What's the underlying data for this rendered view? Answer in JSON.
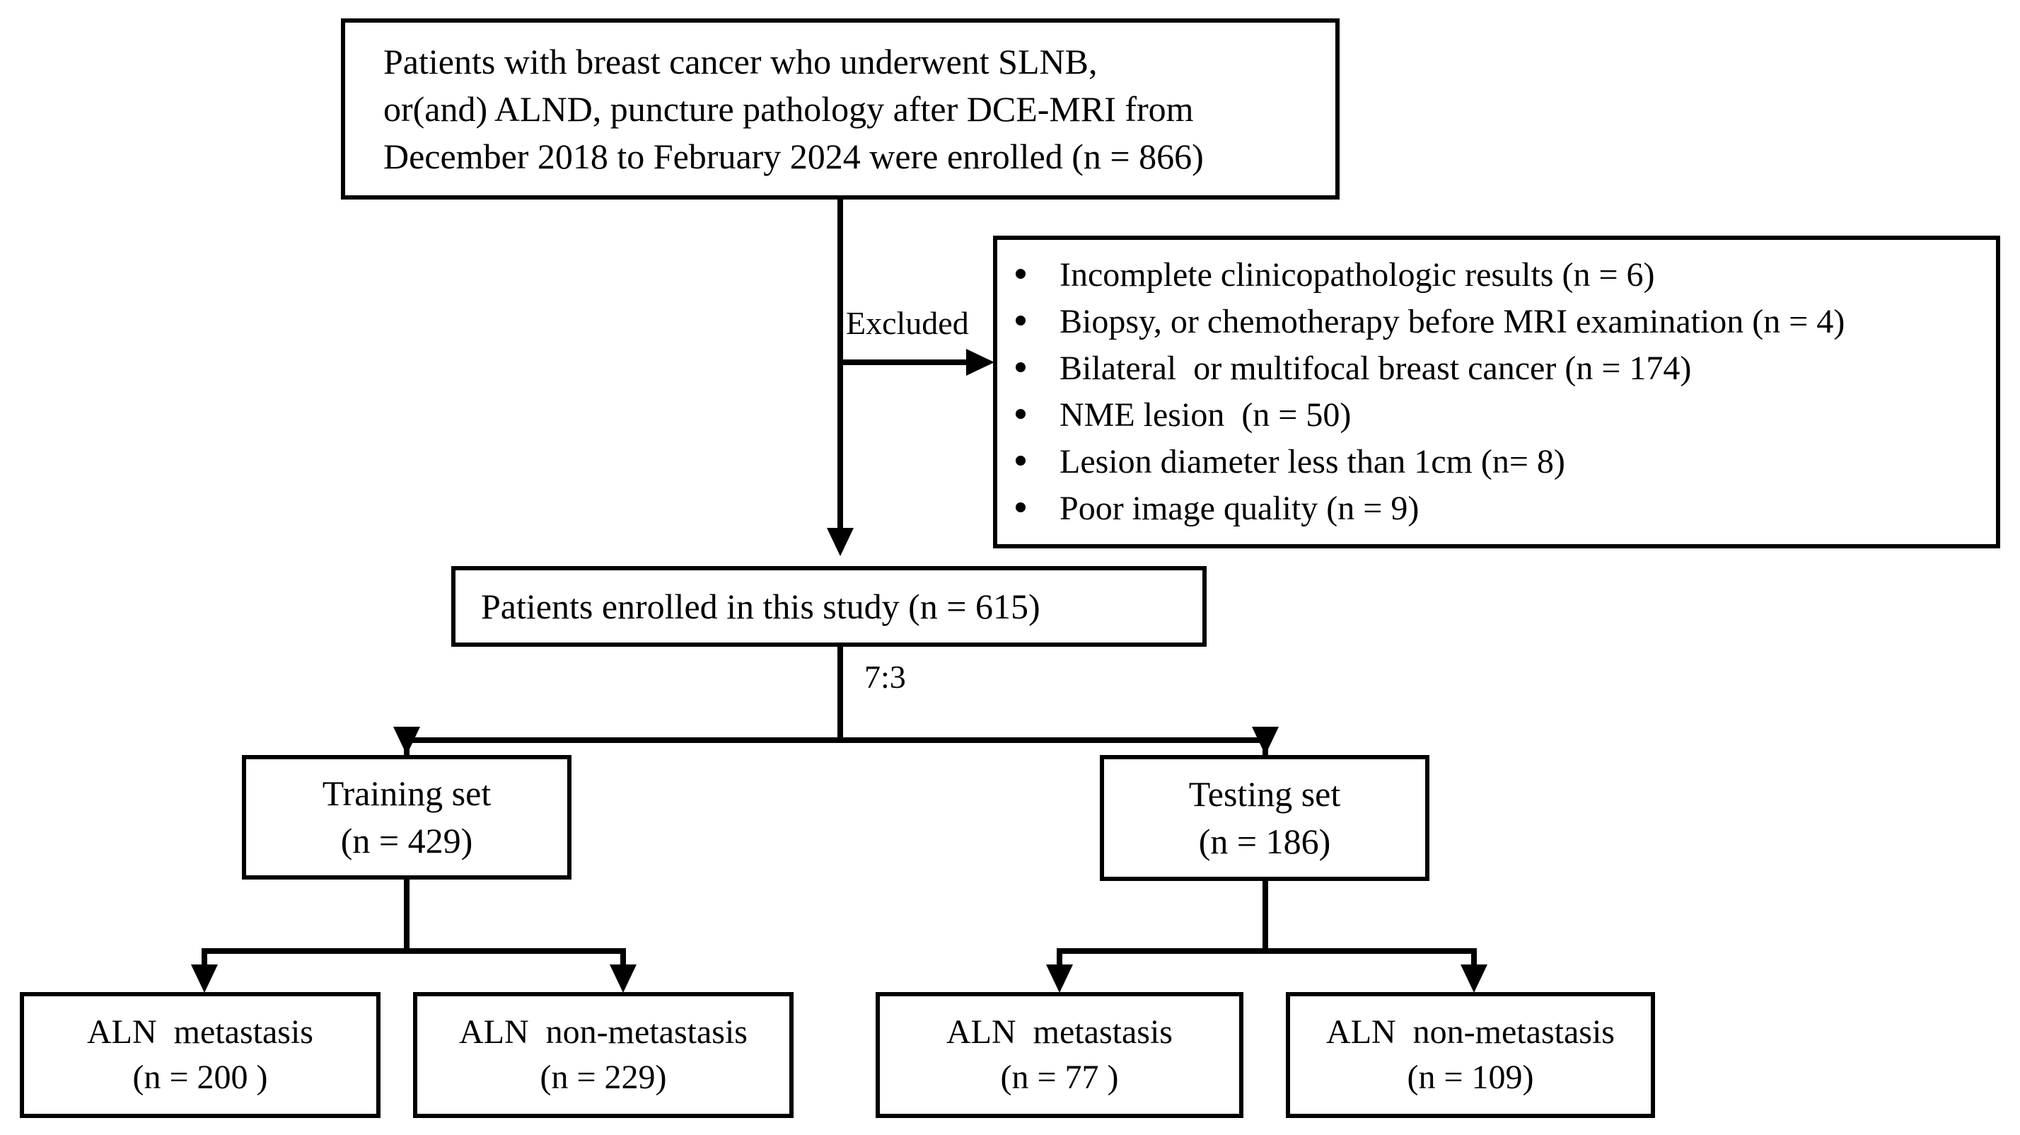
{
  "figure": {
    "type": "flowchart",
    "title": "Patient enrollment and dataset split flow diagram"
  },
  "nodes": {
    "enrollment": {
      "lines": [
        "Patients with breast cancer who underwent SLNB,",
        "or(and) ALND, puncture pathology after DCE-MRI from",
        "December 2018 to February 2024 were enrolled (n = 866)"
      ]
    },
    "excluded": {
      "items": [
        "Incomplete clinicopathologic results (n = 6)",
        "Biopsy, or chemotherapy before MRI examination (n = 4)",
        "Bilateral  or multifocal breast cancer (n = 174)",
        "NME lesion  (n = 50)",
        "Lesion diameter less than 1cm (n= 8)",
        "Poor image quality (n = 9)"
      ]
    },
    "study": {
      "lines": [
        "Patients enrolled in this study (n = 615)"
      ]
    },
    "training": {
      "lines": [
        "Training set",
        "(n = 429)"
      ]
    },
    "testing": {
      "lines": [
        "Testing set",
        "(n = 186)"
      ]
    },
    "train_metastasis": {
      "lines": [
        "ALN  metastasis",
        "(n = 200 )"
      ]
    },
    "train_non_metastasis": {
      "lines": [
        "ALN  non-metastasis",
        "(n = 229)"
      ]
    },
    "test_metastasis": {
      "lines": [
        "ALN  metastasis",
        "(n = 77 )"
      ]
    },
    "test_non_metastasis": {
      "lines": [
        "ALN  non-metastasis",
        "(n = 109)"
      ]
    }
  },
  "edges": {
    "excluded_label": "Excluded",
    "split_ratio_label": "7:3"
  },
  "colors": {
    "stroke": "#000000",
    "background": "#ffffff",
    "text": "#000000"
  }
}
